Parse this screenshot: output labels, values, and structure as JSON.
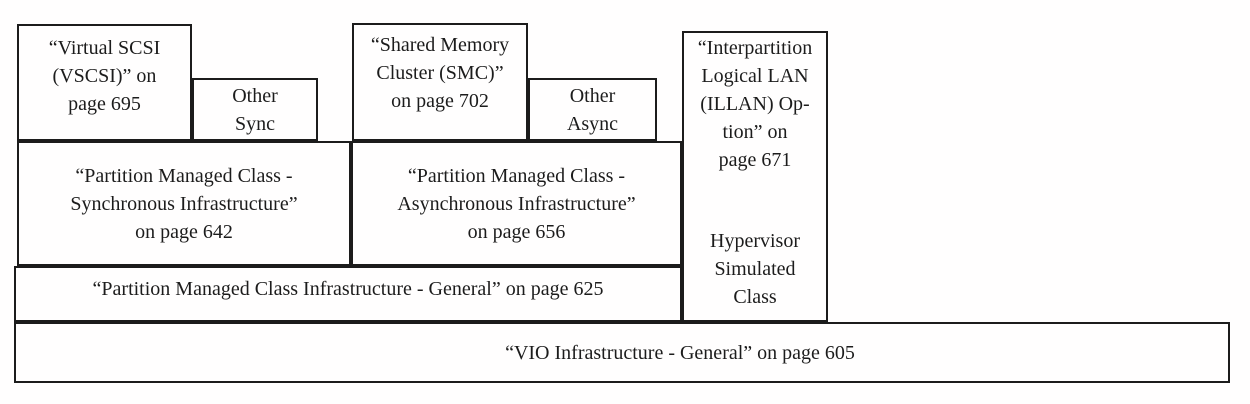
{
  "figure": {
    "description": "VIO infrastructure class layering diagram",
    "colors": {
      "background": "#fffefe",
      "line": "#1c1c1c",
      "text": "#1c1c1c"
    },
    "boxes": {
      "vscsi": {
        "text": "“Virtual SCSI\n(VSCSI)” on\npage 695"
      },
      "other_sync": {
        "text": "Other\nSync"
      },
      "smc": {
        "text": "“Shared Memory\nCluster (SMC)”\non page 702"
      },
      "other_async": {
        "text": "Other\nAsync"
      },
      "illan": {
        "text": "“Interpartition\nLogical LAN\n(ILLAN) Op-\ntion” on\npage 671"
      },
      "hypervisor_simulated": {
        "text": "Hypervisor\nSimulated\nClass"
      },
      "pmc_sync": {
        "text": "“Partition Managed Class -\nSynchronous Infrastructure”\non page 642"
      },
      "pmc_async": {
        "text": "“Partition Managed Class -\nAsynchronous Infrastructure”\non page 656"
      },
      "pmc_general": {
        "text": "“Partition Managed Class Infrastructure - General” on page 625"
      },
      "vio_general": {
        "text": "“VIO Infrastructure - General” on page 605"
      }
    }
  }
}
